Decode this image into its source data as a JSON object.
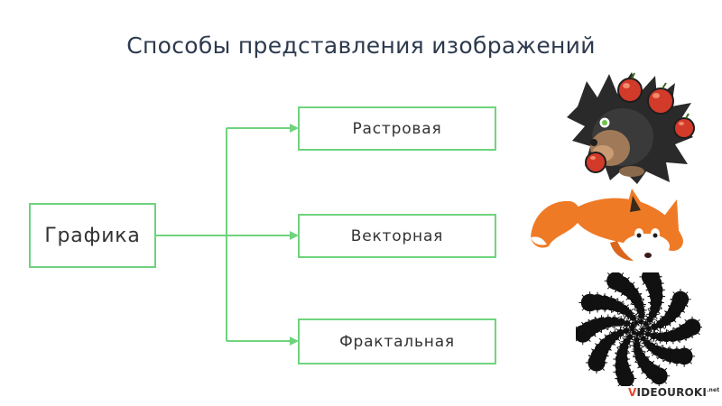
{
  "slide": {
    "title": "Способы представления изображений"
  },
  "diagram": {
    "root": "Графика",
    "branches": [
      {
        "label": "Растровая"
      },
      {
        "label": "Векторная"
      },
      {
        "label": "Фрактальная"
      }
    ],
    "connector_color": "#6fd37e"
  },
  "watermark": {
    "first": "V",
    "rest": "IDEOUROKI",
    "tld": ".net"
  }
}
